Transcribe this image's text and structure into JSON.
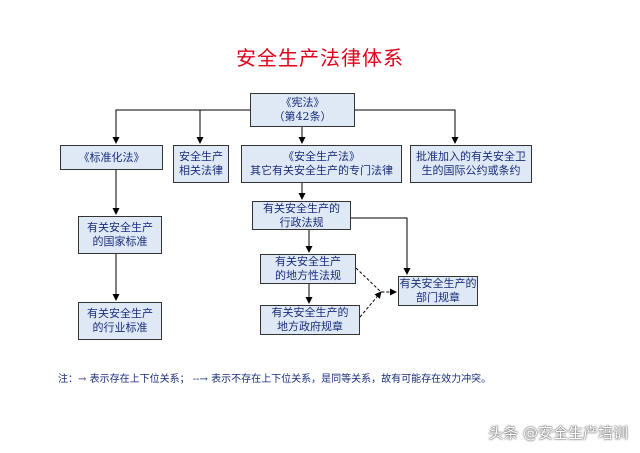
{
  "title": "安全生产法律体系",
  "nodes": {
    "constitution": {
      "line1": "《宪法》",
      "line2": "（第42条）"
    },
    "standardization_law": {
      "line1": "《标准化法》"
    },
    "related_laws": {
      "line1": "安全生产",
      "line2": "相关法律"
    },
    "safety_law": {
      "line1": "《安全生产法》",
      "line2": "其它有关安全生产的专门法律"
    },
    "conventions": {
      "line1": "批准加入的有关安全卫",
      "line2": "生的国际公约或条约"
    },
    "national_standards": {
      "line1": "有关安全生产",
      "line2": "的国家标准"
    },
    "admin_regulations": {
      "line1": "有关安全生产的",
      "line2": "行政法规"
    },
    "local_regulations": {
      "line1": "有关安全生产",
      "line2": "的地方性法规"
    },
    "department_rules": {
      "line1": "有关安全生产的",
      "line2": "部门规章"
    },
    "industry_standards": {
      "line1": "有关安全生产",
      "line2": "的行业标准"
    },
    "local_gov_rules": {
      "line1": "有关安全生产的",
      "line2": "地方政府规章"
    }
  },
  "note": {
    "prefix": "注：",
    "solid_arrow": "→",
    "solid_text": "表示存在上下位关系；",
    "dashed_arrow": "--→",
    "dashed_text": "表示不存在上下位关系，是同等关系，故有可能存在效力冲突。"
  },
  "watermark": "头条 @安全生产培训",
  "colors": {
    "title": "#e0001b",
    "box_fill": "#dfe9f5",
    "text": "#1a2d7a",
    "line": "#000000"
  }
}
